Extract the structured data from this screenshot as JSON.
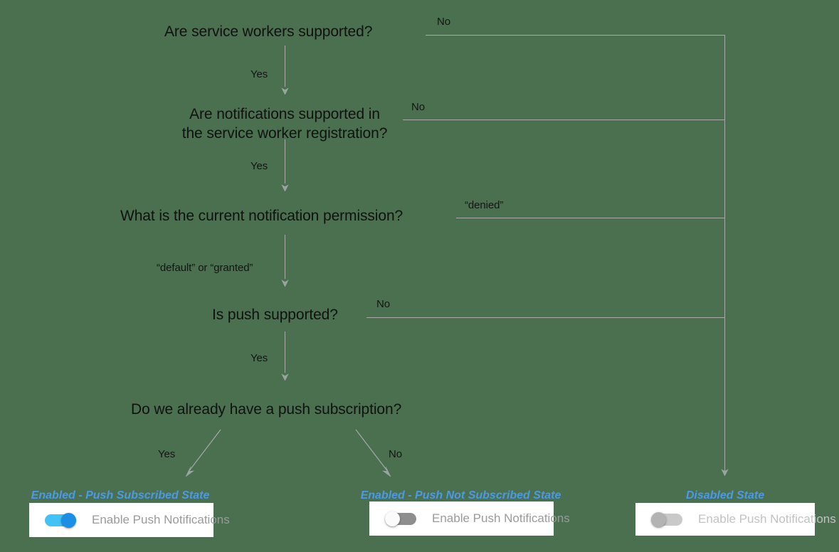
{
  "diagram": {
    "title_absent": true,
    "background_color": "#4a7050",
    "line_color": "#a8a8a8",
    "node_text_color": "#111111",
    "state_label_color": "#4a9ae8",
    "nodes": [
      {
        "id": "q1",
        "text": "Are service workers supported?"
      },
      {
        "id": "q2_line1",
        "text": "Are notifications supported in"
      },
      {
        "id": "q2_line2",
        "text": "the service worker registration?"
      },
      {
        "id": "q3",
        "text": "What is the current notification permission?"
      },
      {
        "id": "q4",
        "text": "Is push supported?"
      },
      {
        "id": "q5",
        "text": "Do we already have a push subscription?"
      }
    ],
    "edge_labels": [
      {
        "id": "e1-no",
        "text": "No"
      },
      {
        "id": "e1-yes",
        "text": "Yes"
      },
      {
        "id": "e2-no",
        "text": "No"
      },
      {
        "id": "e2-yes",
        "text": "Yes"
      },
      {
        "id": "e3-denied",
        "text": "“denied”"
      },
      {
        "id": "e3-default-granted",
        "text": "“default” or “granted”"
      },
      {
        "id": "e4-no",
        "text": "No"
      },
      {
        "id": "e4-yes",
        "text": "Yes"
      },
      {
        "id": "e5-yes",
        "text": "Yes"
      },
      {
        "id": "e5-no",
        "text": "No"
      }
    ]
  },
  "outcomes": [
    {
      "id": "enabled-push-subscribed",
      "state_label": "Enabled - Push Subscribed State",
      "toggle_state": "on",
      "toggle_label": "Enable Push Notifications"
    },
    {
      "id": "enabled-push-not-subscribed",
      "state_label": "Enabled - Push Not Subscribed State",
      "toggle_state": "off",
      "toggle_label": "Enable Push Notifications"
    },
    {
      "id": "disabled",
      "state_label": "Disabled State",
      "toggle_state": "disabled",
      "toggle_label": "Enable Push Notifications"
    }
  ]
}
